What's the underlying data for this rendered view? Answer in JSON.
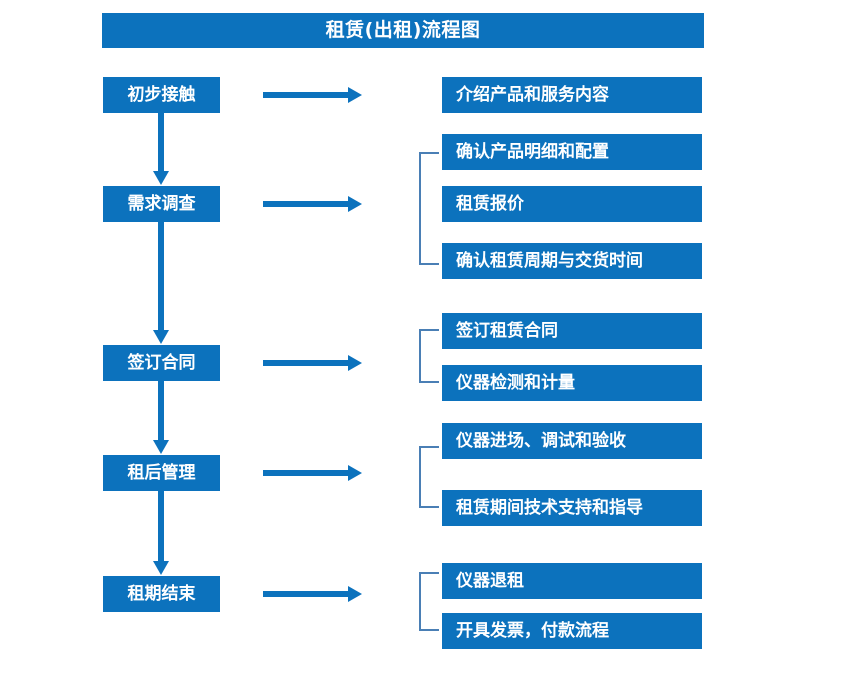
{
  "diagram": {
    "title": "租赁(出租)流程图",
    "accent_color": "#0c72bd",
    "bracket_color": "#4a7fb5",
    "text_color": "#ffffff",
    "background_color": "#ffffff",
    "stages": [
      {
        "id": "stage-1",
        "label": "初步接触"
      },
      {
        "id": "stage-2",
        "label": "需求调查"
      },
      {
        "id": "stage-3",
        "label": "签订合同"
      },
      {
        "id": "stage-4",
        "label": "租后管理"
      },
      {
        "id": "stage-5",
        "label": "租期结束"
      }
    ],
    "details": [
      {
        "id": "detail-1",
        "label": "介绍产品和服务内容"
      },
      {
        "id": "detail-2",
        "label": "确认产品明细和配置"
      },
      {
        "id": "detail-3",
        "label": "租赁报价"
      },
      {
        "id": "detail-4",
        "label": "确认租赁周期与交货时间"
      },
      {
        "id": "detail-5",
        "label": "签订租赁合同"
      },
      {
        "id": "detail-6",
        "label": "仪器检测和计量"
      },
      {
        "id": "detail-7",
        "label": "仪器进场、调试和验收"
      },
      {
        "id": "detail-8",
        "label": "租赁期间技术支持和指导"
      },
      {
        "id": "detail-9",
        "label": "仪器退租"
      },
      {
        "id": "detail-10",
        "label": "开具发票，付款流程"
      }
    ],
    "connectors": {
      "horizontal_arrow_icon": "arrow-right-icon",
      "vertical_arrow_icon": "arrow-down-icon",
      "group_bracket_icon": "bracket-icon"
    }
  }
}
